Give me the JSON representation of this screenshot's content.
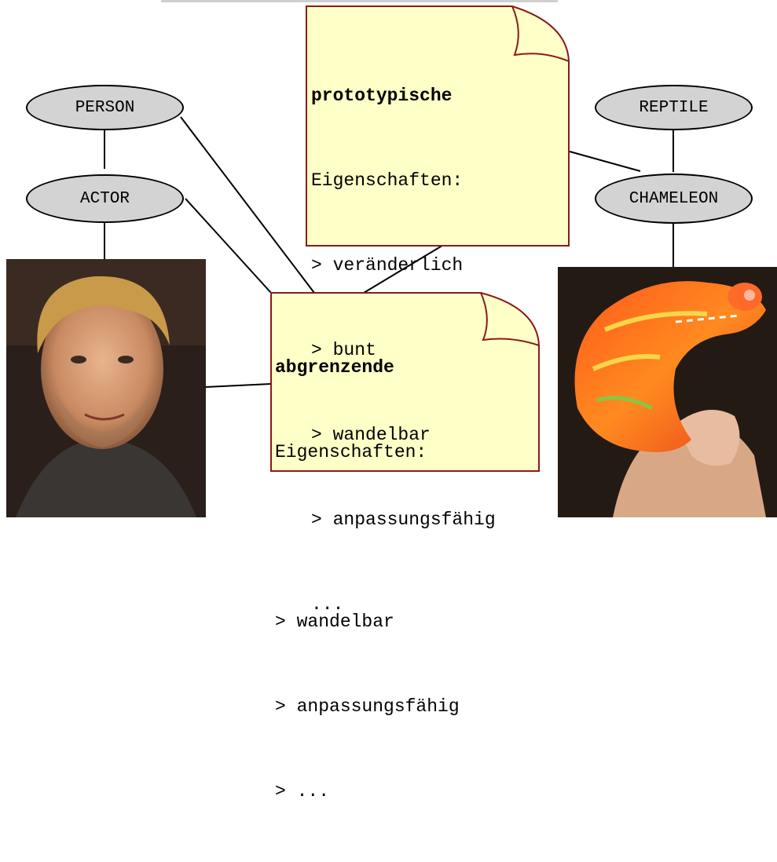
{
  "nodes": {
    "person": "PERSON",
    "actor": "ACTOR",
    "reptile": "REPTILE",
    "chameleon": "CHAMELEON"
  },
  "note_prototypical": {
    "heading": "prototypische",
    "lines": [
      "Eigenschaften:",
      "> veränderlich",
      "> bunt",
      "> wandelbar",
      "> anpassungsfähig",
      "..."
    ]
  },
  "note_distinguishing": {
    "heading": "abgrenzende",
    "lines": [
      "Eigenschaften:",
      "",
      "> wandelbar",
      "> anpassungsfähig",
      "> ..."
    ]
  },
  "colors": {
    "note_fill": "#ffffc8",
    "note_border": "#8b1a1a",
    "node_fill": "#d3d3d3",
    "edge": "#000000"
  },
  "images": {
    "actor_photo": "photo of a blond man with stubble",
    "chameleon_photo": "photo of an orange and yellow chameleon on a hand"
  }
}
